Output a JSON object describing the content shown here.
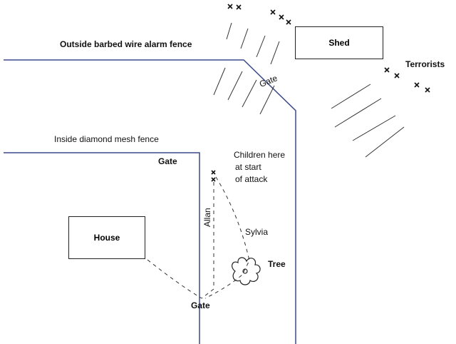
{
  "labels": {
    "outside_fence": "Outside barbed wire alarm fence",
    "inside_fence": "Inside diamond mesh fence",
    "shed": "Shed",
    "terrorists": "Terrorists",
    "gate_outer": "Gate",
    "gate_inner": "Gate",
    "gate_bottom": "Gate",
    "children_line1": "Children here",
    "children_line2": "at start",
    "children_line3": "of attack",
    "house": "House",
    "allan": "Allan",
    "sylvia": "Sylvia",
    "tree": "Tree"
  },
  "colors": {
    "fence": "#3c4a8a",
    "outline": "#222222",
    "hatch": "#333333"
  }
}
